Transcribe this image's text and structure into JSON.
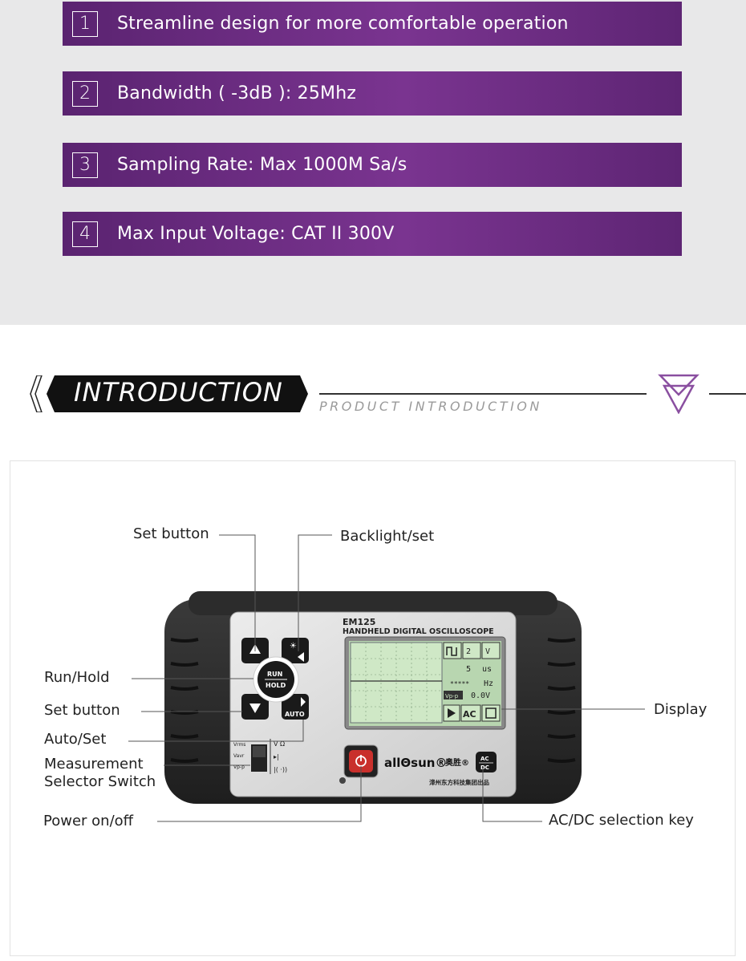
{
  "features": [
    {
      "num": "1",
      "text": "Streamline design for more comfortable operation"
    },
    {
      "num": "2",
      "text": "Bandwidth ( -3dB ):  25Mhz"
    },
    {
      "num": "3",
      "text": "Sampling Rate: Max 1000M Sa/s"
    },
    {
      "num": "4",
      "text": "Max Input Voltage: CAT II 300V"
    }
  ],
  "section": {
    "title": "INTRODUCTION",
    "subtitle": "PRODUCT INTRODUCTION"
  },
  "device": {
    "model": "EM125",
    "model_desc": "HANDHELD DIGITAL OSCILLOSCOPE",
    "brand": "allΘsun®",
    "brand_cn": "奥胜®",
    "maker_cn": "漳州东方科技集团出品",
    "btn_run": "RUN",
    "btn_hold": "HOLD",
    "btn_auto": "AUTO",
    "btn_ac": "AC",
    "btn_dc": "DC",
    "sw_vrms": "Vrms",
    "sw_vavr": "Vavr",
    "sw_vpp": "Vp-p",
    "screen": {
      "volt_val": "2",
      "volt_unit": "V",
      "time_val": "5",
      "time_unit": "us",
      "freq_val": "*****",
      "freq_unit": "Hz",
      "vpp_label": "Vp-p",
      "vpp_val": "0.0V",
      "ac_label": "AC"
    }
  },
  "callouts": {
    "set_button_top": "Set button",
    "backlight_set": "Backlight/set",
    "run_hold": "Run/Hold",
    "set_button_left": "Set button",
    "auto_set": "Auto/Set",
    "measurement_line1": "Measurement",
    "measurement_line2": "Selector Switch",
    "power": "Power on/off",
    "display": "Display",
    "acdc": "AC/DC selection key"
  },
  "colors": {
    "banner": "#6b2c82",
    "panel_bg": "#e8e8e9",
    "badge": "#111111",
    "icon": "#8a4fa0"
  }
}
